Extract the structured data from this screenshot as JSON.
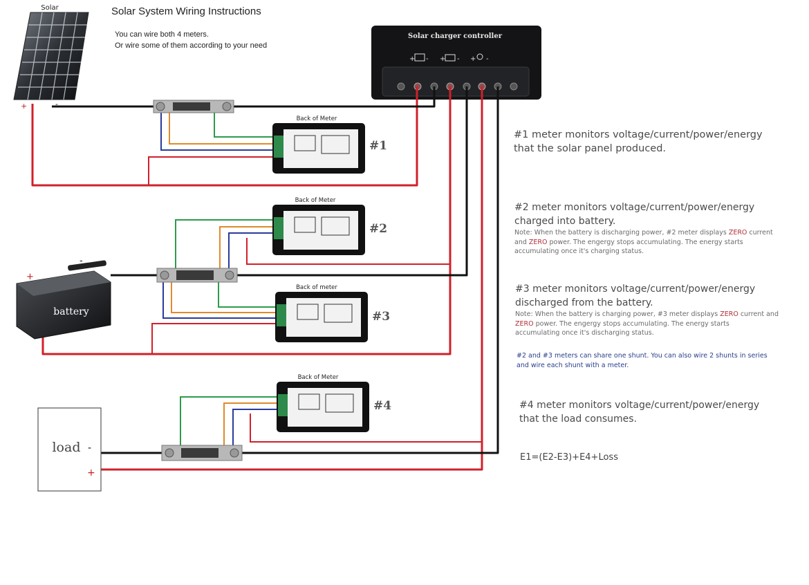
{
  "header": {
    "title": "Solar System Wiring Instructions",
    "line1": "You can wire both 4 meters.",
    "line2": "Or wire some of them according to your need"
  },
  "labels": {
    "solar": "Solar",
    "controller": "Solar charger controller",
    "battery": "battery",
    "load": "load",
    "back_of_meter": "Back of Meter",
    "back_of_meter_lower": "Back of meter",
    "plus": "+",
    "minus": "-",
    "m1": "#1",
    "m2": "#2",
    "m3": "#3",
    "m4": "#4"
  },
  "notes": {
    "n1_line1": "#1 meter monitors voltage/current/power/energy",
    "n1_line2": "that the solar panel produced.",
    "n2_line1": "#2 meter monitors voltage/current/power/energy",
    "n2_line2": "charged into battery.",
    "n2_s1": "Note: When the battery is discharging power, #2 meter displays ",
    "n2_zero1": "ZERO",
    "n2_s2": " current",
    "n2_s3": "and ",
    "n2_zero2": "ZERO",
    "n2_s4": " power. The engergy stops accumulating. The energy starts",
    "n2_s5": "accumulating once it's charging status.",
    "n3_line1": "#3 meter monitors voltage/current/power/energy",
    "n3_line2": "discharged from the battery.",
    "n3_s1": "Note: When the battery is charging power, #3 meter displays ",
    "n3_zero1": "ZERO",
    "n3_s2": " current and",
    "n3_zero2": "ZERO",
    "n3_s3": " power. The engergy stops accumulating. The energy starts",
    "n3_s4": "accumulating once it's discharging status.",
    "shared_line1": "#2 and #3 meters can share one shunt. You can also wire 2 shunts in series",
    "shared_line2": "and wire each shunt with a meter.",
    "n4_line1": "#4 meter monitors voltage/current/power/energy",
    "n4_line2": "that the load consumes."
  },
  "equation": "E1=(E2-E3)+E4+Loss",
  "colors": {
    "red_wire": "#d0202a",
    "black_wire": "#111111",
    "green_wire": "#2e9a4a",
    "orange_wire": "#e08a2a",
    "blue_wire": "#2a3a9a"
  }
}
